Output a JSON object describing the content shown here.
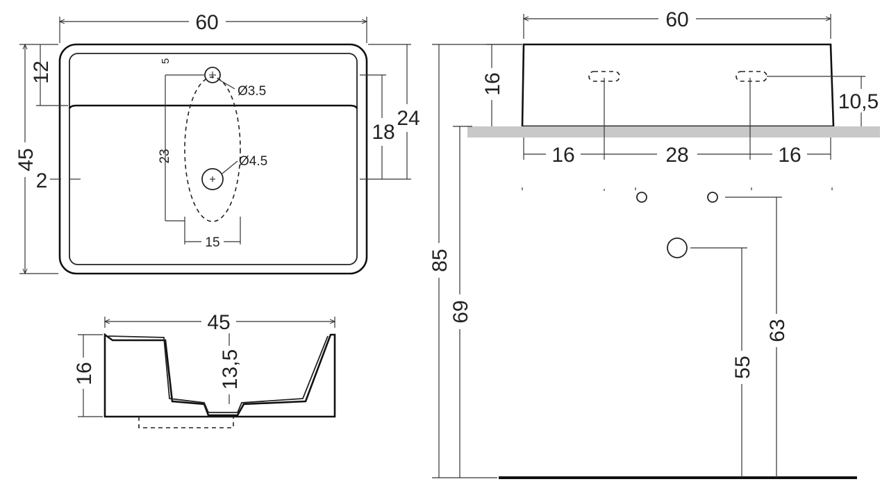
{
  "top_view": {
    "width": "60",
    "depth": "45",
    "back_ledge": "12",
    "tap_edge": "5",
    "hole_spacing": "23",
    "hole_small": "Ø3.5",
    "hole_large": "Ø4.5",
    "oval_width": "15",
    "side_offset": "2",
    "bowl_inner": "18",
    "overall_side": "24"
  },
  "section_view": {
    "depth": "45",
    "height": "16",
    "bowl_depth": "13,5"
  },
  "front_view": {
    "width": "60",
    "height": "16",
    "overflow_height": "10,5",
    "left_gap": "16",
    "center_gap": "28",
    "right_gap": "16",
    "total_height": "85",
    "counter_height": "69",
    "drain_height": "55",
    "supply_height": "63"
  },
  "colors": {
    "counter": "#c8c8c8",
    "line": "#222222"
  }
}
